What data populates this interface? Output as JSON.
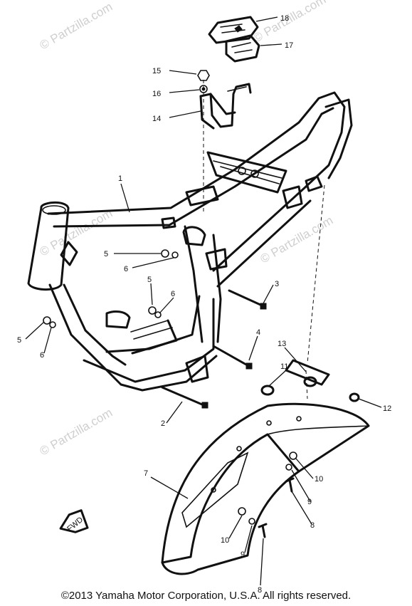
{
  "watermarks": [
    "© Partzilla.com",
    "© Partzilla.com",
    "© Partzilla.com",
    "© Partzilla.com",
    "© Partzilla.com"
  ],
  "callouts": [
    "18",
    "17",
    "15",
    "16",
    "14",
    "1",
    "5",
    "6",
    "5",
    "6",
    "3",
    "5",
    "6",
    "4",
    "13",
    "11",
    "12",
    "2",
    "7",
    "10",
    "9",
    "8",
    "10",
    "9",
    "8"
  ],
  "fwd_label": "FWD",
  "footer": "©2013  Yamaha Motor Corporation, U.S.A. All rights reserved."
}
